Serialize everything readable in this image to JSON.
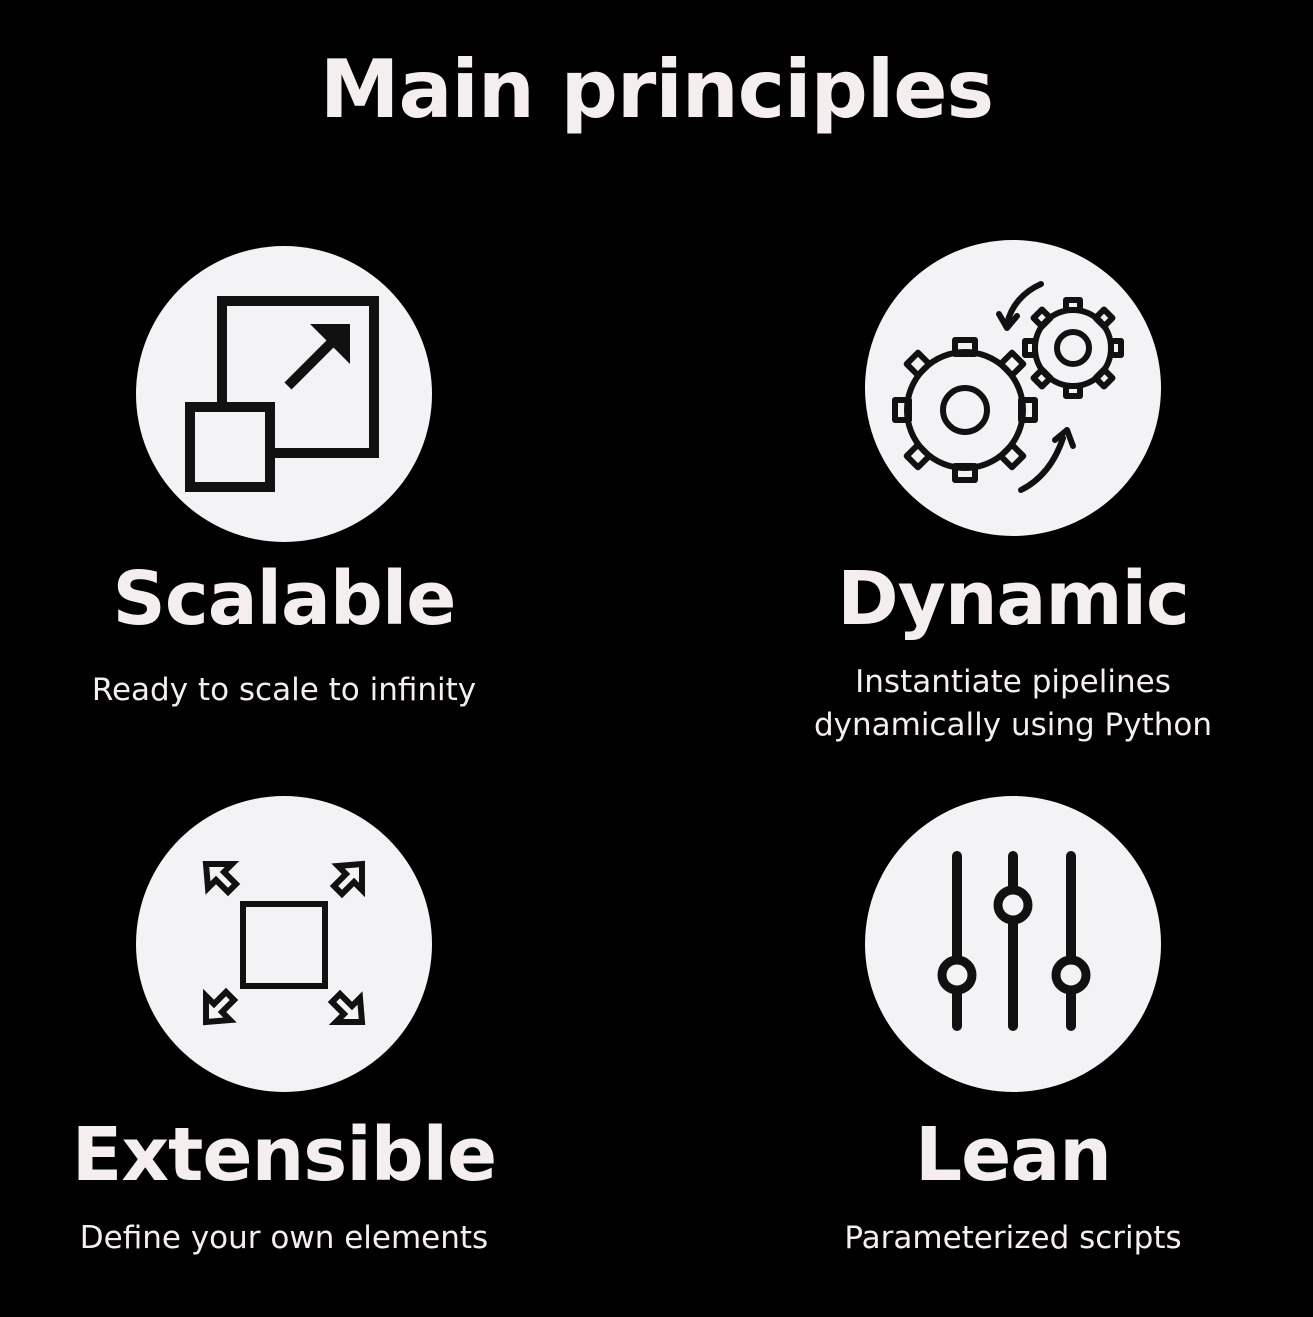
{
  "title": "Main principles",
  "colors": {
    "background": "#000000",
    "text": "#f4eeee",
    "circle": "#f3f3f5",
    "icon": "#111111"
  },
  "principles": [
    {
      "title": "Scalable",
      "description": "Ready to scale to infinity",
      "icon": "resize-expand-icon"
    },
    {
      "title": "Dynamic",
      "description_lines": [
        "Instantiate pipelines",
        "dynamically using Python"
      ],
      "icon": "gears-cycle-icon"
    },
    {
      "title": "Extensible",
      "description": "Define your own elements",
      "icon": "expand-arrows-icon"
    },
    {
      "title": "Lean",
      "description": "Parameterized scripts",
      "icon": "sliders-icon"
    }
  ]
}
